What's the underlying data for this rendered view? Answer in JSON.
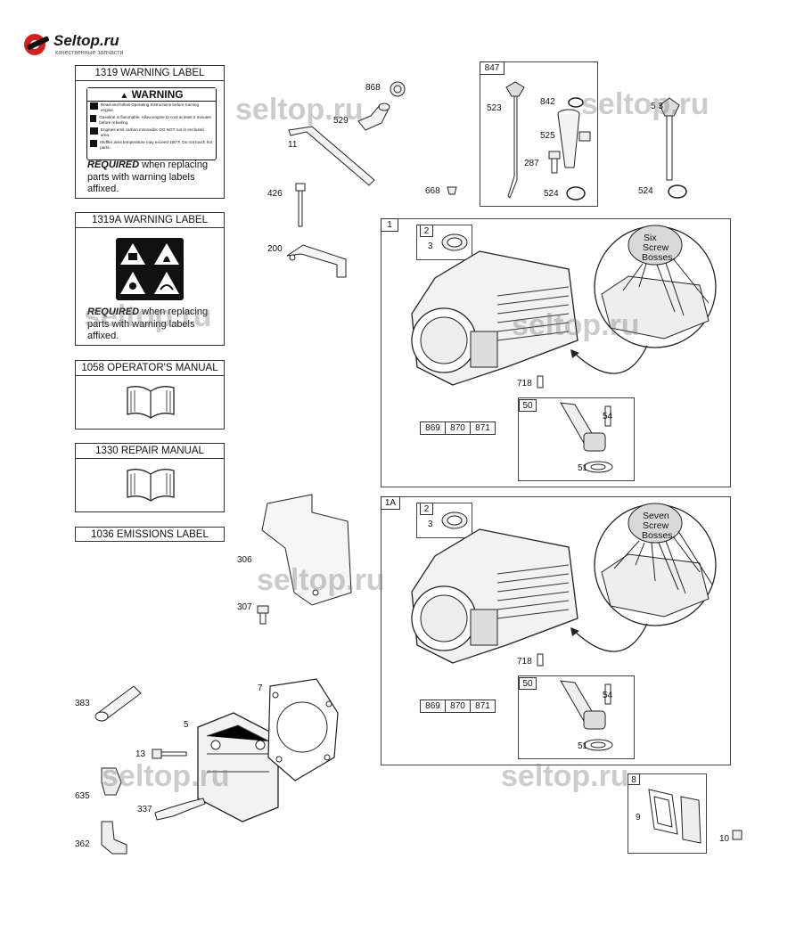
{
  "brand": {
    "name": "Seltop.ru",
    "tagline": "качественные запчасти",
    "watermark_text": "seltop.ru",
    "accent": "#d62020"
  },
  "labels": [
    {
      "title": "1319 WARNING LABEL",
      "required_bold": "REQUIRED",
      "required_text": " when replacing parts with warning labels affixed.",
      "sticker_heading": "WARNING",
      "sticker_lines": [
        "Read and follow Operating Instructions before running engine.",
        "Gasoline is flammable. Allow engine to cool at least 2 minutes before refueling.",
        "Engines emit carbon monoxide. DO NOT run in enclosed area.",
        "Muffler area temperature may exceed 150°F. Do not touch hot parts."
      ]
    },
    {
      "title": "1319A WARNING LABEL",
      "required_bold": "REQUIRED",
      "required_text": " when replacing parts with warning labels affixed."
    },
    {
      "title": "1058 OPERATOR'S MANUAL"
    },
    {
      "title": "1330 REPAIR MANUAL"
    },
    {
      "title": "1036 EMISSIONS LABEL"
    }
  ],
  "parts": {
    "p868": "868",
    "p529": "529",
    "p11": "11",
    "p426": "426",
    "p200": "200",
    "p668": "668",
    "p847": "847",
    "p523": "523",
    "p842": "842",
    "p525": "525",
    "p287": "287",
    "p524a": "524",
    "p5_3": "5 3",
    "p524b": "524",
    "p306": "306",
    "p307": "307",
    "p383": "383",
    "p5": "5",
    "p7": "7",
    "p13": "13",
    "p635": "635",
    "p337": "337",
    "p362": "362",
    "p8": "8",
    "p9": "9",
    "p10": "10"
  },
  "block1": {
    "id": "1",
    "seal_box": "2",
    "seal": "3",
    "bubble": [
      "Six",
      "Screw",
      "Bosses"
    ],
    "pin": "718",
    "row": [
      "869",
      "870",
      "871"
    ],
    "kit": "50",
    "kit_screw": "54",
    "kit_gasket": "51"
  },
  "block1a": {
    "id": "1A",
    "seal_box": "2",
    "seal": "3",
    "bubble": [
      "Seven",
      "Screw",
      "Bosses"
    ],
    "pin": "718",
    "row": [
      "869",
      "870",
      "871"
    ],
    "kit": "50",
    "kit_screw": "54",
    "kit_gasket": "51"
  }
}
